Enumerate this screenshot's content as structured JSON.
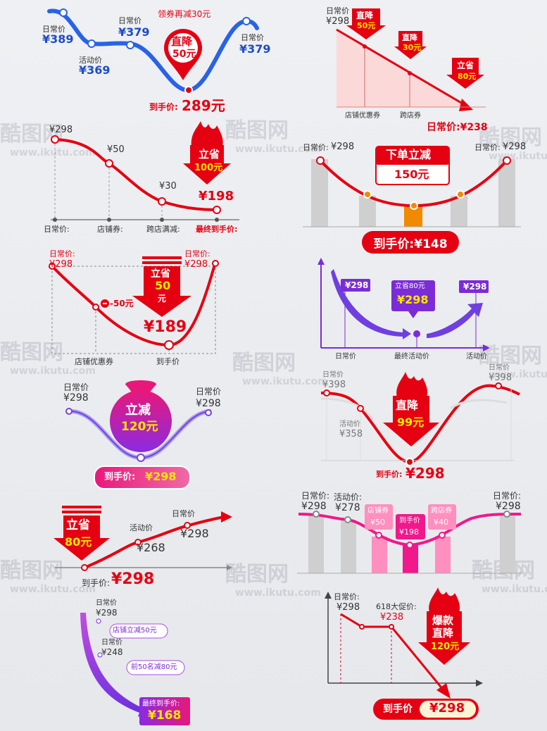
{
  "watermark": {
    "cn": "酷图网",
    "url": "www.ikutu.com"
  },
  "p1": {
    "l1": "日常价",
    "v1": "¥389",
    "l2": "活动价",
    "v2": "¥369",
    "l3": "日常价",
    "v3": "¥379",
    "l4": "日常价",
    "v4": "¥379",
    "coupon": "领券再减30元",
    "drop1": "直降",
    "drop2": "50元",
    "final_label": "到手价:",
    "final_value": "289元"
  },
  "p2": {
    "l1": "日常价",
    "v1": "¥298",
    "a1": "直降",
    "a1v": "50元",
    "a2": "直降",
    "a2v": "30元",
    "a3": "立省",
    "a3v": "80元",
    "x1": "店铺优惠券",
    "x2": "跨店券",
    "final": "日常价:¥238"
  },
  "p3": {
    "v1": "¥298",
    "v2": "¥50",
    "v3": "¥30",
    "save": "立省",
    "savev": "100元",
    "final": "¥198",
    "x1": "日常价:",
    "x2": "店铺券:",
    "x3": "跨店满减:",
    "x4": "最终到手价:"
  },
  "p4": {
    "l1": "日常价:",
    "v1": "¥298",
    "l2": "日常价:",
    "v2": "¥298",
    "banner": "下单立减",
    "bannerv": "150元",
    "final": "到手价:¥148"
  },
  "p5": {
    "l1": "日常价:",
    "v1": "¥298",
    "l2": "日常价:",
    "v2": "¥298",
    "minus": "-50元",
    "save": "立省",
    "savev": "50",
    "saveu": "元",
    "final": "¥189",
    "x1": "店铺优惠券",
    "x2": "到手价"
  },
  "p6": {
    "v1": "¥298",
    "mid": "立省80元",
    "midv": "¥298",
    "v3": "¥298",
    "x1": "日常价",
    "x2": "最终活动价",
    "x3": "活动价"
  },
  "p7": {
    "l1": "日常价",
    "v1": "¥298",
    "l2": "日常价",
    "v2": "¥298",
    "bag": "立减",
    "bagv": "120元",
    "final_label": "到手价:",
    "final_value": "¥298"
  },
  "p8": {
    "l1": "日常价",
    "v1": "¥398",
    "l2": "活动价",
    "v2": "¥358",
    "l3": "日常价",
    "v3": "¥398",
    "drop": "直降",
    "dropv": "99元",
    "final_label": "到手价:",
    "final_value": "¥298"
  },
  "p9": {
    "save": "立省",
    "savev": "80元",
    "l1": "活动价",
    "v1": "¥268",
    "l2": "日常价",
    "v2": "¥298",
    "final_label": "到手价:",
    "final_value": "¥298"
  },
  "p10": {
    "l1": "日常价:",
    "v1": "¥298",
    "l2": "活动价:",
    "v2": "¥278",
    "t1": "店铺券",
    "t1v": "¥50",
    "t2": "到手价",
    "t2v": "¥198",
    "t3": "跨店券",
    "t3v": "¥40",
    "l4": "日常价:",
    "v4": "¥298"
  },
  "p11": {
    "l1": "日常价",
    "v1": "¥298",
    "tag1": "店铺立减50元",
    "l2": "日常价",
    "v2": "¥248",
    "tag2": "前50名减80元",
    "final_label": "最终到手价:",
    "final_value": "¥168"
  },
  "p12": {
    "l1": "日常价:",
    "v1": "¥298",
    "l2": "618大促价:",
    "v2": "¥238",
    "hot1": "爆款",
    "hot2": "直降",
    "hotv": "120元",
    "final_label": "到手价",
    "final_value": "¥298"
  }
}
